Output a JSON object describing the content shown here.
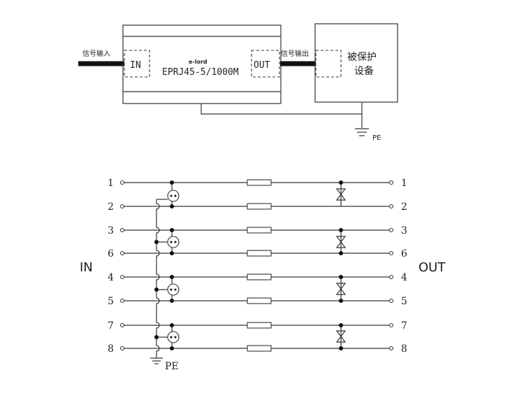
{
  "top_block": {
    "input_label": "信号输入",
    "output_label": "信号输出",
    "in_port": "IN",
    "out_port": "OUT",
    "brand": "e-lord",
    "model": "EPRJ45-5/1000M",
    "device_line1": "被保护",
    "device_line2": "设备",
    "ground_label": "PE"
  },
  "schematic": {
    "in_label": "IN",
    "out_label": "OUT",
    "ground_label": "PE",
    "lines": [
      {
        "left": "1",
        "right": "1"
      },
      {
        "left": "2",
        "right": "2"
      },
      {
        "left": "3",
        "right": "3"
      },
      {
        "left": "6",
        "right": "6"
      },
      {
        "left": "4",
        "right": "4"
      },
      {
        "left": "5",
        "right": "5"
      },
      {
        "left": "7",
        "right": "7"
      },
      {
        "left": "8",
        "right": "8"
      }
    ]
  }
}
